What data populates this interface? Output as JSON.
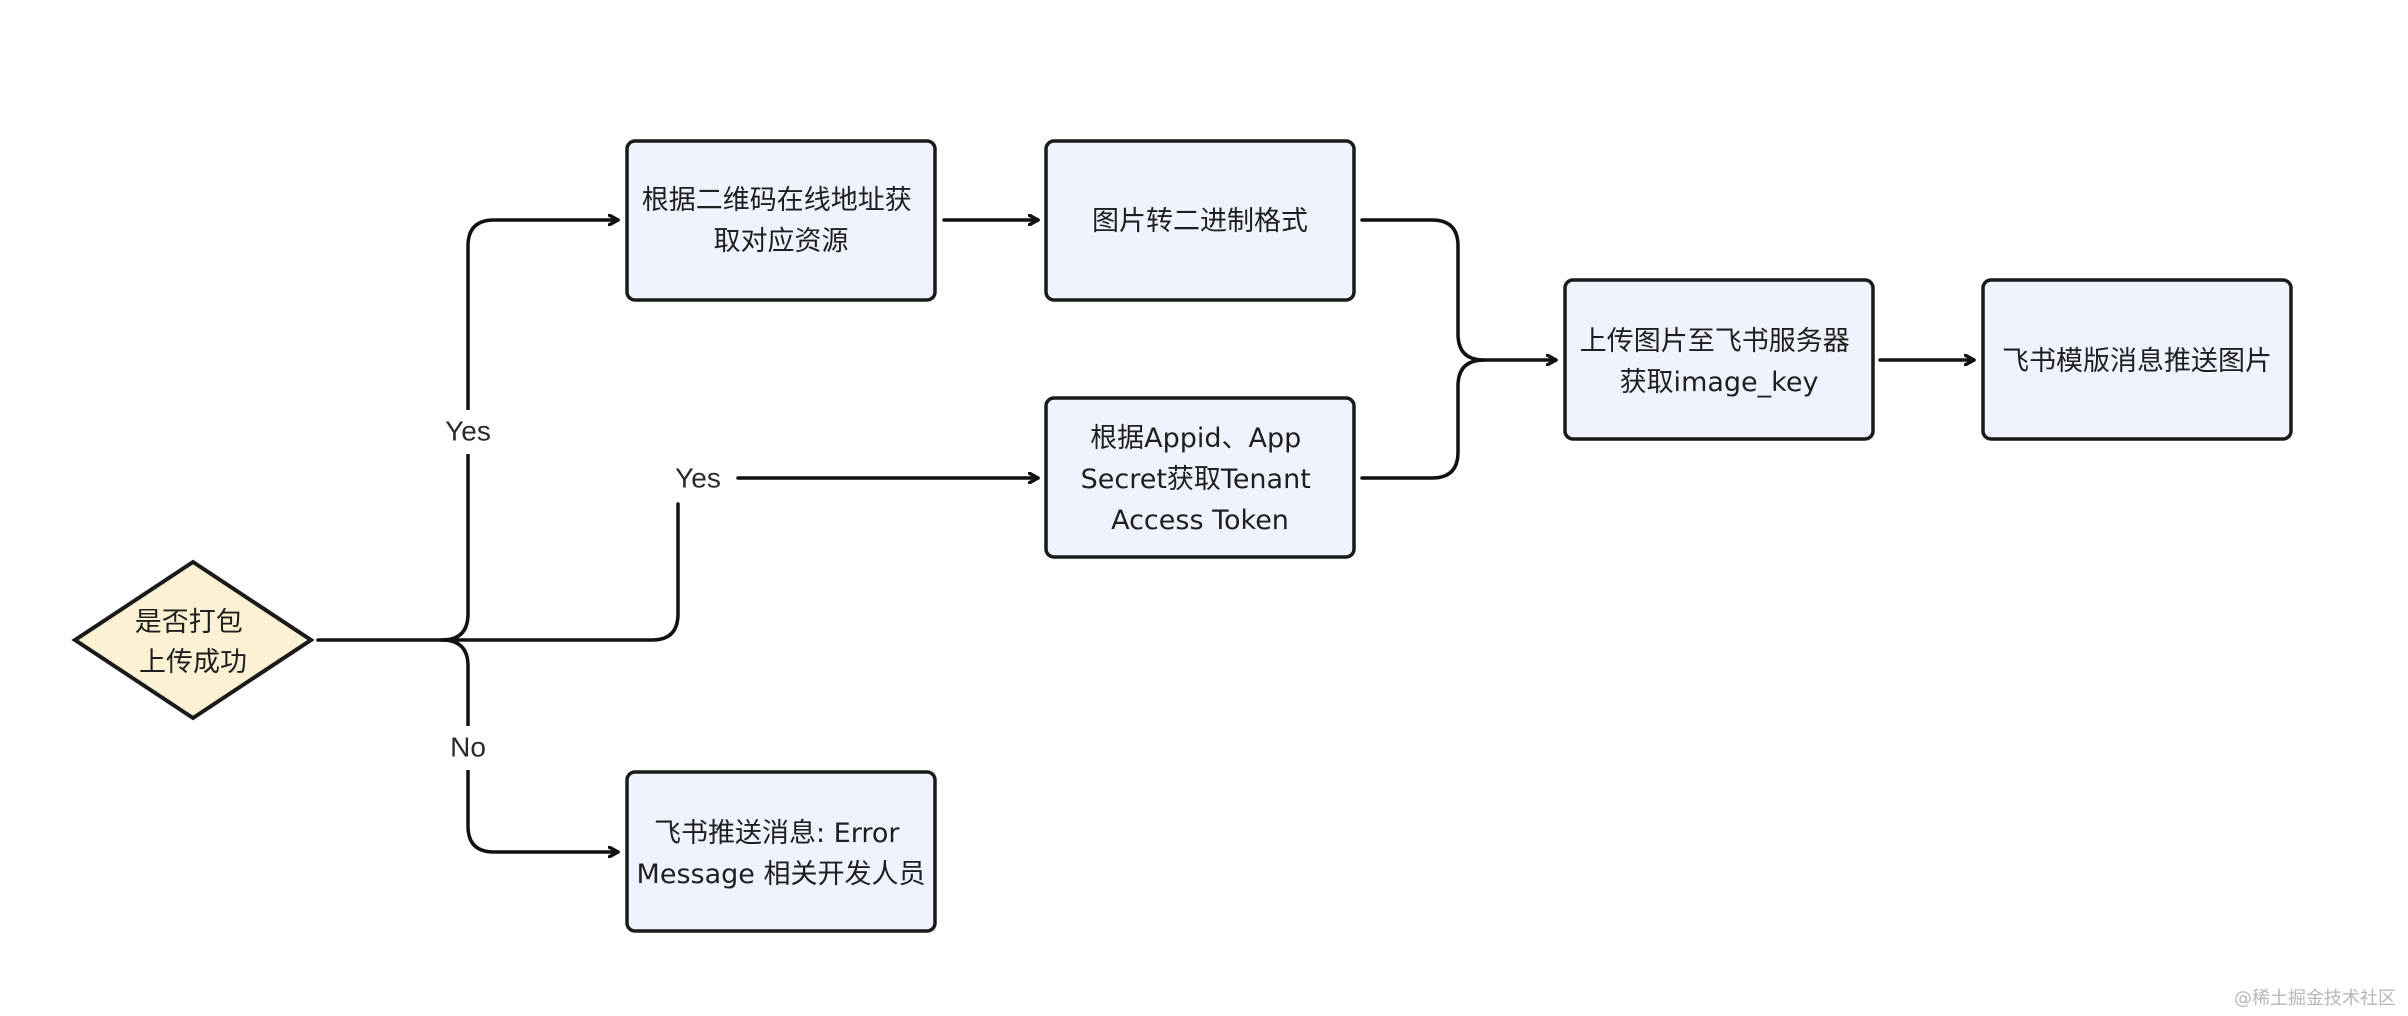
{
  "nodes": {
    "decision": {
      "lines": [
        "是否打包",
        "上传成功"
      ]
    },
    "fetch_qr": {
      "lines": [
        "根据二维码在线地址获",
        "取对应资源"
      ]
    },
    "to_binary": {
      "lines": [
        "图片转二进制格式"
      ]
    },
    "get_token": {
      "lines": [
        "根据Appid、App",
        "Secret获取Tenant",
        "Access Token"
      ]
    },
    "upload": {
      "lines": [
        "上传图片至飞书服务器",
        "获取image_key"
      ]
    },
    "push_image": {
      "lines": [
        "飞书模版消息推送图片"
      ]
    },
    "error_msg": {
      "lines": [
        "飞书推送消息: Error",
        "Message 相关开发人员"
      ]
    }
  },
  "edge_labels": {
    "yes_upper": "Yes",
    "yes_middle": "Yes",
    "no": "No"
  },
  "watermark": "@稀土掘金技术社区",
  "colors": {
    "process_fill": "#eef3fd",
    "decision_fill": "#fdf1d3",
    "stroke": "#1a1a1a"
  }
}
